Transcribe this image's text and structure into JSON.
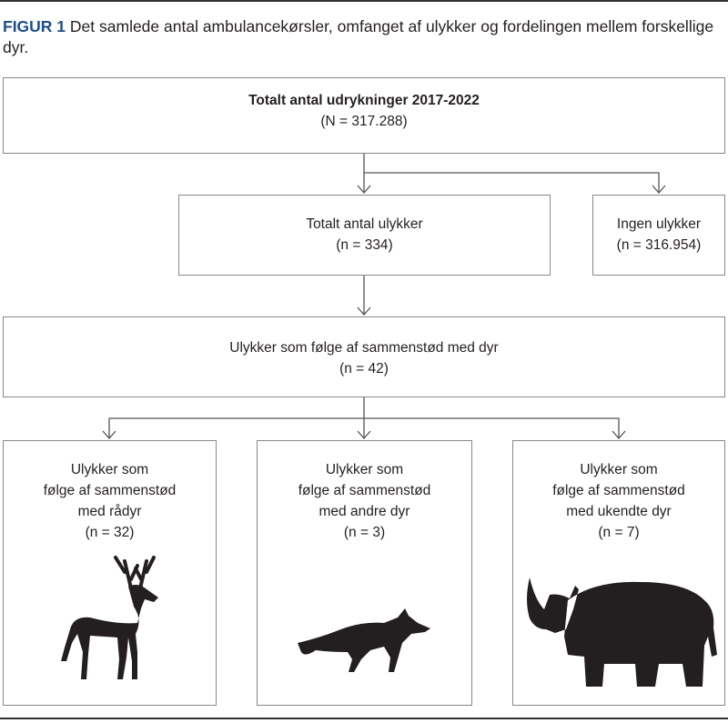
{
  "caption": {
    "label": "FIGUR 1",
    "text": " Det samlede antal ambulancekørsler, omfanget af ulykker og fordelingen mellem forskellige dyr."
  },
  "boxes": {
    "total": {
      "title": "Totalt antal udrykninger 2017-2022",
      "count": "(N = 317.288)"
    },
    "accidents": {
      "title": "Totalt antal ulykker",
      "count": "(n = 334)"
    },
    "no_accidents": {
      "title": "Ingen ulykker",
      "count": "(n = 316.954)"
    },
    "animal": {
      "title": "Ulykker som følge af sammenstød med dyr",
      "count": "(n = 42)"
    },
    "deer": {
      "l1": "Ulykker som",
      "l2": "følge af sammenstød",
      "l3": "med rådyr",
      "count": "(n = 32)"
    },
    "other": {
      "l1": "Ulykker som",
      "l2": "følge af sammenstød",
      "l3": "med andre dyr",
      "count": "(n = 3)"
    },
    "unknown": {
      "l1": "Ulykker som",
      "l2": "følge af sammenstød",
      "l3": "med ukendte dyr",
      "count": "(n = 7)"
    }
  }
}
